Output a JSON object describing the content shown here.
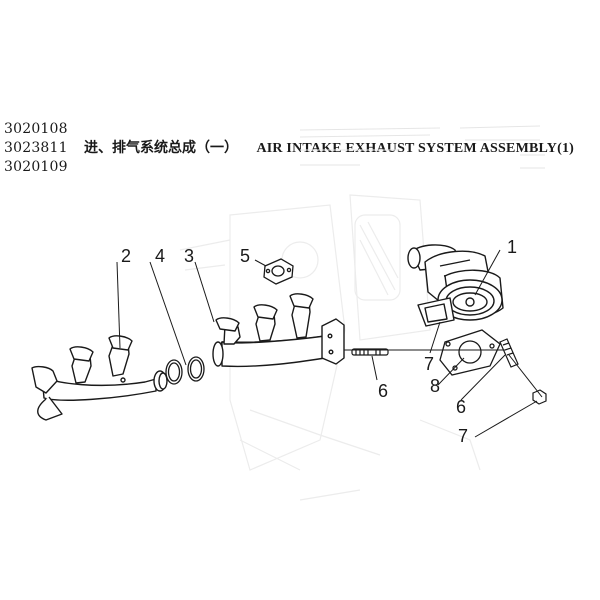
{
  "codes": [
    "3020108",
    "3023811",
    "3020109"
  ],
  "title_cn": "进、排气系统总成（一）",
  "title_en": "AIR INTAKE EXHAUST SYSTEM ASSEMBLY(1)",
  "callouts": {
    "c1": "1",
    "c2": "2",
    "c3": "3",
    "c4": "4",
    "c5": "5",
    "c6a": "6",
    "c6b": "6",
    "c7a": "7",
    "c7b": "7",
    "c8": "8"
  }
}
